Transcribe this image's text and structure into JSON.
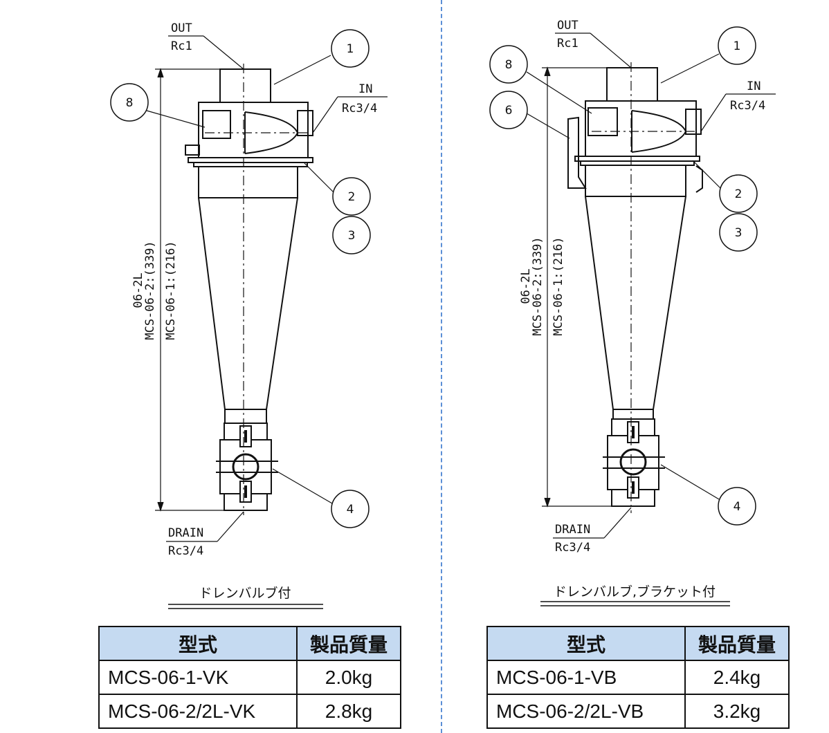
{
  "panels": [
    {
      "labels": {
        "out": "OUT",
        "out_port": "Rc1",
        "in": "IN",
        "in_port": "Rc3/4",
        "drain": "DRAIN",
        "drain_port": "Rc3/4",
        "dim_1": "06-2L",
        "dim_2": "MCS-06-2:(339)",
        "dim_3": "MCS-06-1:(216)"
      },
      "callouts": [
        "1",
        "8",
        "2",
        "3",
        "4"
      ],
      "caption": "ドレンバルブ付",
      "table": {
        "headers": [
          "型式",
          "製品質量"
        ],
        "rows": [
          [
            "MCS-06-1-VK",
            "2.0kg"
          ],
          [
            "MCS-06-2/2L-VK",
            "2.8kg"
          ]
        ]
      }
    },
    {
      "labels": {
        "out": "OUT",
        "out_port": "Rc1",
        "in": "IN",
        "in_port": "Rc3/4",
        "drain": "DRAIN",
        "drain_port": "Rc3/4",
        "dim_1": "06-2L",
        "dim_2": "MCS-06-2:(339)",
        "dim_3": "MCS-06-1:(216)"
      },
      "callouts": [
        "1",
        "8",
        "6",
        "2",
        "3",
        "4"
      ],
      "caption": "ドレンバルブ,ブラケット付",
      "table": {
        "headers": [
          "型式",
          "製品質量"
        ],
        "rows": [
          [
            "MCS-06-1-VB",
            "2.4kg"
          ],
          [
            "MCS-06-2/2L-VB",
            "3.2kg"
          ]
        ]
      }
    }
  ],
  "colors": {
    "divider": "#5b8fd6",
    "table_header_bg": "#c5daf1"
  }
}
